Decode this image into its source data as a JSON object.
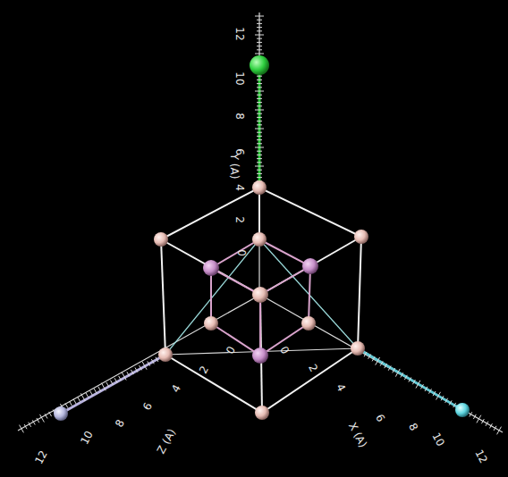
{
  "diagram": {
    "labels": [
      "12",
      "10",
      "8",
      "6",
      "4",
      "2",
      "0",
      "Y (A)",
      "12",
      "10",
      "8",
      "6",
      "4",
      "2",
      "0",
      "Z (A)",
      "0",
      "2",
      "4",
      "6",
      "8",
      "10",
      "12",
      "X (A)"
    ]
  }
}
